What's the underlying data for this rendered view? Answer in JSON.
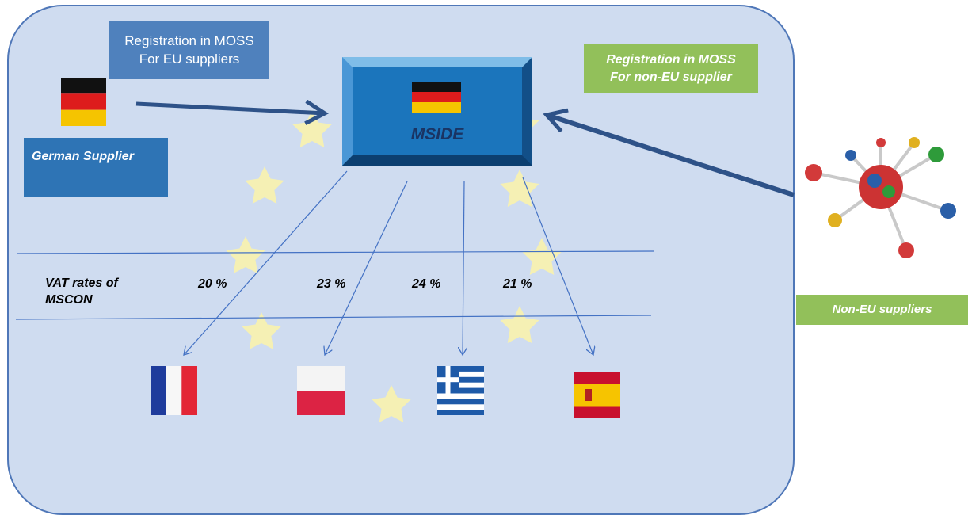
{
  "labels": {
    "registration_eu": "Registration in MOSS For EU suppliers",
    "registration_non_eu_line1": "Registration in MOSS",
    "registration_non_eu_line2": "For non-EU supplier",
    "german_supplier": "German Supplier",
    "mside": "MSIDE",
    "vat_rates_line1": "VAT rates of",
    "vat_rates_line2": "MSCON",
    "non_eu_suppliers": "Non-EU suppliers"
  },
  "vat_rates": [
    {
      "country_flag": "france-flag",
      "rate": "20 %"
    },
    {
      "country_flag": "poland-flag",
      "rate": "23 %"
    },
    {
      "country_flag": "greece-flag",
      "rate": "24 %"
    },
    {
      "country_flag": "spain-flag",
      "rate": "21 %"
    }
  ],
  "colors": {
    "panel_fill": "#cfdcf0",
    "panel_border": "#4f77b8",
    "eu_registration_box": "#4f81bd",
    "non_eu_box": "#92c05a",
    "german_box": "#2e74b5",
    "mside_box": "#1b75bc",
    "arrow_dark": "#2e5288",
    "connector_line": "#4472c4",
    "eu_star": "#f5f0b4"
  }
}
